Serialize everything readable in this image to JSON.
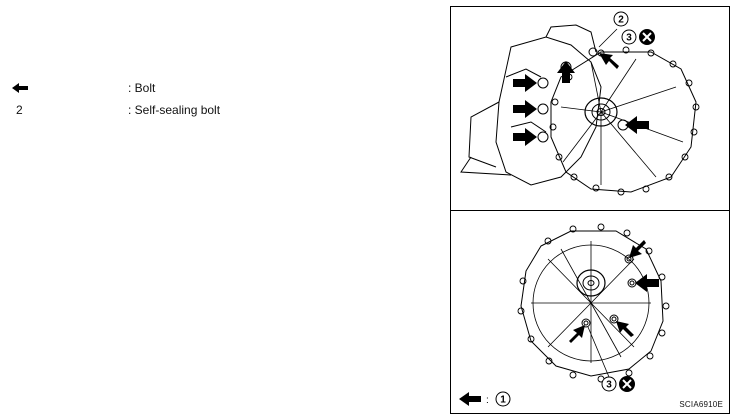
{
  "legend": {
    "items": [
      {
        "symbol": "arrow-left-icon",
        "description": ": Bolt"
      },
      {
        "number": "2",
        "description": ": Self-sealing bolt"
      }
    ]
  },
  "figure": {
    "top_callouts": [
      "2",
      "3"
    ],
    "bottom_callouts": [
      "3"
    ],
    "key_label": ":",
    "key_number": "1",
    "code": "SCIA6910E"
  }
}
